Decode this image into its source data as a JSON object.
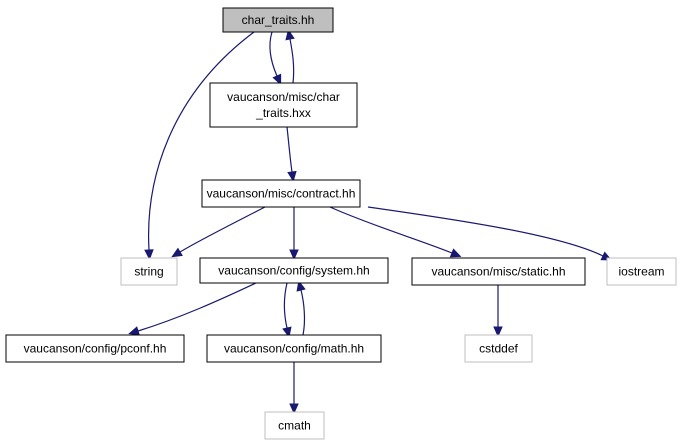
{
  "colors": {
    "edge": "#191970",
    "node_border_solid": "#000000",
    "node_border_external": "#bfbfbf",
    "node_fill": "#ffffff",
    "node_fill_focus": "#bfbfbf"
  },
  "nodes": [
    {
      "id": "char_traits_hh",
      "lines": [
        "char_traits.hh"
      ],
      "kind": "focus"
    },
    {
      "id": "char_traits_hxx",
      "lines": [
        "vaucanson/misc/char",
        "_traits.hxx"
      ],
      "kind": "internal"
    },
    {
      "id": "contract_hh",
      "lines": [
        "vaucanson/misc/contract.hh"
      ],
      "kind": "internal"
    },
    {
      "id": "string",
      "lines": [
        "string"
      ],
      "kind": "external"
    },
    {
      "id": "system_hh",
      "lines": [
        "vaucanson/config/system.hh"
      ],
      "kind": "internal"
    },
    {
      "id": "static_hh",
      "lines": [
        "vaucanson/misc/static.hh"
      ],
      "kind": "internal"
    },
    {
      "id": "iostream",
      "lines": [
        "iostream"
      ],
      "kind": "external"
    },
    {
      "id": "pconf_hh",
      "lines": [
        "vaucanson/config/pconf.hh"
      ],
      "kind": "internal"
    },
    {
      "id": "math_hh",
      "lines": [
        "vaucanson/config/math.hh"
      ],
      "kind": "internal"
    },
    {
      "id": "cstddef",
      "lines": [
        "cstddef"
      ],
      "kind": "external"
    },
    {
      "id": "cmath",
      "lines": [
        "cmath"
      ],
      "kind": "external"
    }
  ],
  "edges": [
    {
      "from": "char_traits_hh",
      "to": "char_traits_hxx"
    },
    {
      "from": "char_traits_hxx",
      "to": "char_traits_hh"
    },
    {
      "from": "char_traits_hh",
      "to": "string"
    },
    {
      "from": "char_traits_hxx",
      "to": "contract_hh"
    },
    {
      "from": "contract_hh",
      "to": "string"
    },
    {
      "from": "contract_hh",
      "to": "system_hh"
    },
    {
      "from": "contract_hh",
      "to": "static_hh"
    },
    {
      "from": "contract_hh",
      "to": "iostream"
    },
    {
      "from": "system_hh",
      "to": "pconf_hh"
    },
    {
      "from": "system_hh",
      "to": "math_hh"
    },
    {
      "from": "math_hh",
      "to": "system_hh"
    },
    {
      "from": "static_hh",
      "to": "cstddef"
    },
    {
      "from": "math_hh",
      "to": "cmath"
    }
  ]
}
